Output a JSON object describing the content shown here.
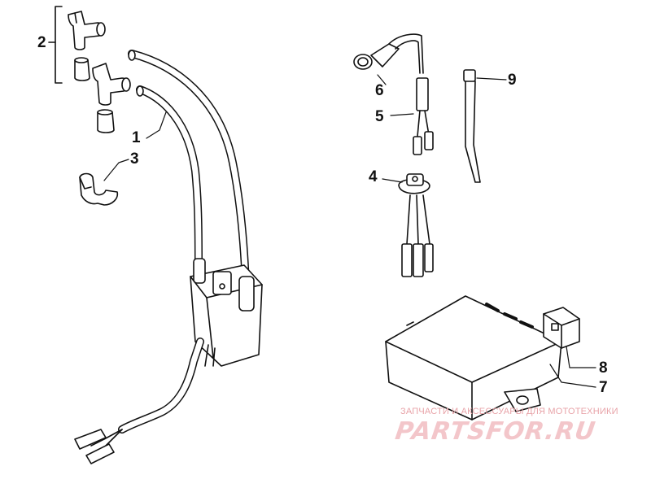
{
  "callouts": {
    "c1": "1",
    "c2": "2",
    "c3": "3",
    "c4": "4",
    "c5": "5",
    "c6": "6",
    "c7": "7",
    "c8": "8",
    "c9": "9"
  },
  "watermark": {
    "tagline": "ЗАПЧАСТИ И АКСЕССУАРЫ ДЛЯ МОТОТЕХНИКИ",
    "logo": "PARTSFOR.RU",
    "color": "#e8a3a8"
  },
  "colors": {
    "line": "#111111",
    "background": "#ffffff"
  }
}
